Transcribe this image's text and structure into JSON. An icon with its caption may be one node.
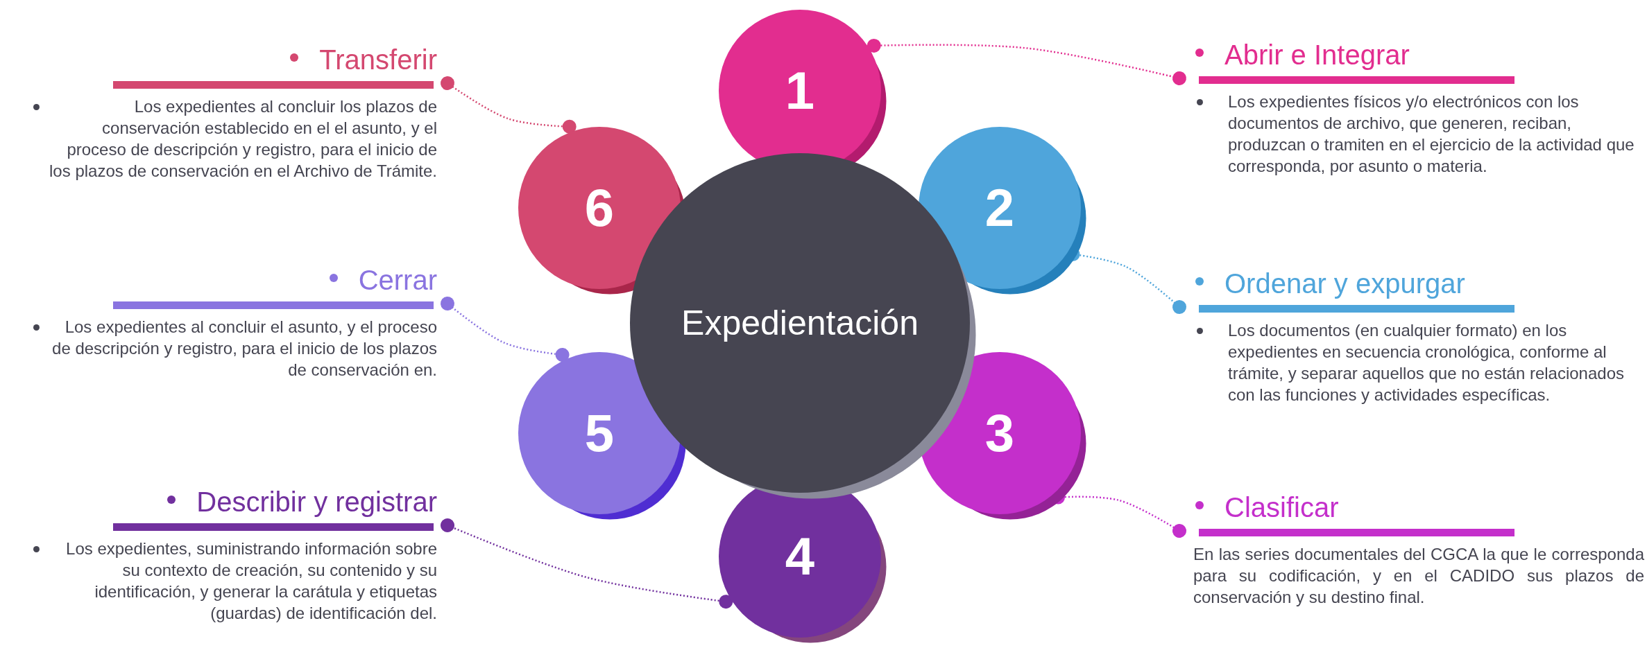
{
  "diagram": {
    "nodes": [
      {
        "text": [
          "Expedientación"
        ]
      },
      {
        "text": [
          "1"
        ]
      },
      {
        "text": [
          "2"
        ]
      },
      {
        "text": [
          "3"
        ]
      },
      {
        "text": [
          "4"
        ]
      },
      {
        "text": [
          "5"
        ]
      },
      {
        "text": [
          "6"
        ]
      },
      {
        "text": [
          "Transferir",
          "Los expedientes al concluir los plazos de conservación establecido en el el asunto, y el proceso de descripción y registro, para el inicio de los plazos de conservación en el Archivo de Trámite."
        ]
      },
      {
        "text": [
          "Abrir e Integrar",
          "Los expedientes físicos y/o electrónicos con los documentos de archivo, que generen, reciban, produzcan o tramiten en el ejercicio de la actividad que corresponda, por asunto o materia."
        ]
      },
      {
        "text": [
          "Cerrar",
          "Los expedientes al concluir el asunto, y el proceso de descripción y registro, para el inicio de los plazos de conservación en."
        ]
      },
      {
        "text": [
          "Ordenar y expurgar",
          "Los documentos (en cualquier formato) en los expedientes en secuencia cronológica, conforme al trámite, y separar aquellos que no están relacionados con las funciones y actividades específicas."
        ]
      },
      {
        "text": [
          "Describir y registrar",
          "Los expedientes, suministrando información sobre su contexto de creación, su contenido y su identificación, y generar la carátula y etiquetas (guardas) de identificación del."
        ]
      },
      {
        "text": [
          "Clasificar",
          "En las series documentales del CGCA la que le corresponda para su codificación, y en el CADIDO sus plazos de conservación y su destino final."
        ]
      }
    ],
    "edges": [
      {
        "from": 1,
        "to": 8,
        "arrow": "other",
        "color": "#e22d8f"
      },
      {
        "from": 2,
        "to": 10,
        "arrow": "other",
        "color": "#4fa5db"
      },
      {
        "from": 3,
        "to": 12,
        "arrow": "other",
        "color": "#c42fcb"
      },
      {
        "from": 4,
        "to": 11,
        "arrow": "other",
        "color": "#71309e"
      },
      {
        "from": 5,
        "to": 9,
        "arrow": "other",
        "color": "#8a74e0"
      },
      {
        "from": 6,
        "to": 7,
        "arrow": "other",
        "color": "#d44870"
      }
    ]
  }
}
